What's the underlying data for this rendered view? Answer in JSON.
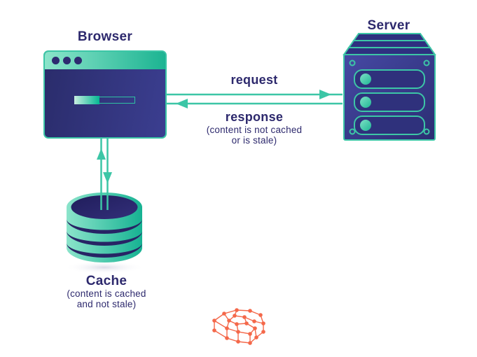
{
  "diagram": {
    "browser": {
      "title": "Browser"
    },
    "server": {
      "title": "Server"
    },
    "cache": {
      "title": "Cache",
      "note_line1": "(content is cached",
      "note_line2": "and not stale)"
    },
    "flows": {
      "request_label": "request",
      "response_label": "response",
      "response_note_line1": "(content is not cached",
      "response_note_line2": "or is stale)"
    },
    "icons": [
      {
        "name": "browser-window-icon",
        "meaning": "browser application window with loading bar"
      },
      {
        "name": "server-icon",
        "meaning": "server tower with drive bays"
      },
      {
        "name": "cache-database-icon",
        "meaning": "stacked-disk database cylinder"
      },
      {
        "name": "network-cube-icon",
        "meaning": "orange wireframe node mesh"
      }
    ],
    "colors": {
      "navy_text": "#2d296d",
      "navy_fill": "#2e3080",
      "teal_line": "#3cc6a6",
      "teal_gradient_start": "#8be4ca",
      "teal_gradient_end": "#1cb492",
      "orange_accent": "#f4684a",
      "background": "#ffffff"
    }
  }
}
